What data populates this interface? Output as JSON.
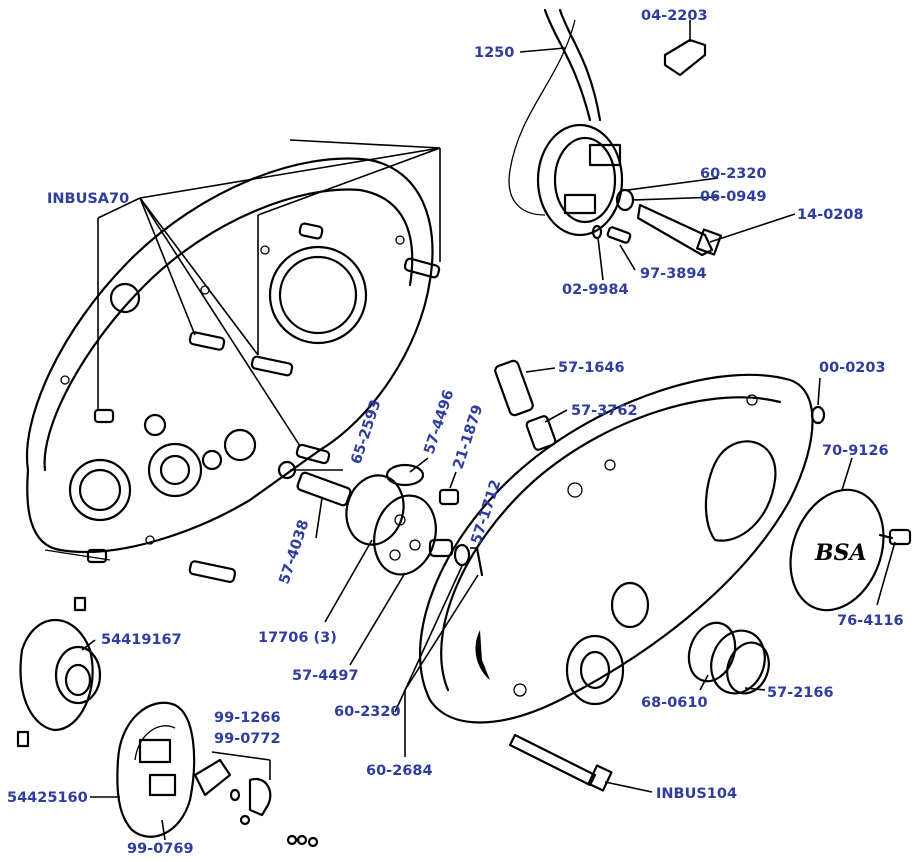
{
  "labels": {
    "p1250": "1250",
    "p04_2203": "04-2203",
    "p60_2320_top": "60-2320",
    "p06_0949": "06-0949",
    "p14_0208": "14-0208",
    "p97_3894": "97-3894",
    "p02_9984": "02-9984",
    "inbusa70": "INBUSA70",
    "p57_1646": "57-1646",
    "p57_3762": "57-3762",
    "p00_0203": "00-0203",
    "p70_9126": "70-9126",
    "p65_2593": "65-2593",
    "p57_4496": "57-4496",
    "p21_1879": "21-1879",
    "p57_1712": "57-1712",
    "p57_4038": "57-4038",
    "p17706": "17706 (3)",
    "p57_4497": "57-4497",
    "p60_2320_mid": "60-2320",
    "p60_2684": "60-2684",
    "p76_4116": "76-4116",
    "p68_0610": "68-0610",
    "p57_2166": "57-2166",
    "inbus104": "INBUS104",
    "p54419167": "54419167",
    "p99_1266": "99-1266",
    "p99_0772": "99-0772",
    "p54425160": "54425160",
    "p99_0769": "99-0769"
  }
}
